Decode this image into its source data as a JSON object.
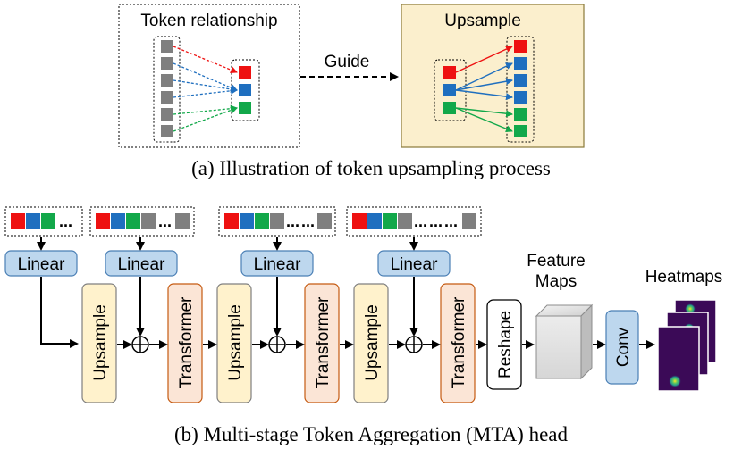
{
  "top": {
    "token_relationship_title": "Token relationship",
    "guide_label": "Guide",
    "upsample_title": "Upsample",
    "caption": "(a) Illustration of token upsampling process"
  },
  "bottom": {
    "linear_label": "Linear",
    "upsample_label": "Upsample",
    "transformer_label": "Transformer",
    "reshape_label": "Reshape",
    "feature_maps_label_line1": "Feature",
    "feature_maps_label_line2": "Maps",
    "conv_label": "Conv",
    "heatmaps_label": "Heatmaps",
    "ellipsis": "...",
    "caption": "(b) Multi-stage Token Aggregation (MTA) head"
  },
  "colors": {
    "token_red": "#ee1111",
    "token_blue": "#1f6fbf",
    "token_green": "#12a84a",
    "token_gray": "#7f7f7f",
    "linear_fill": "#bdd7ee",
    "linear_stroke": "#4a7fb5",
    "upsample_fill": "#fff2cc",
    "upsample_stroke": "#7f7f7f",
    "transformer_fill": "#fbe5d6",
    "transformer_stroke": "#c55a11",
    "upsample_panel_fill": "#fbefcd",
    "upsample_panel_stroke": "#8a7a3a",
    "heatmap_fill": "#3b0a57"
  }
}
